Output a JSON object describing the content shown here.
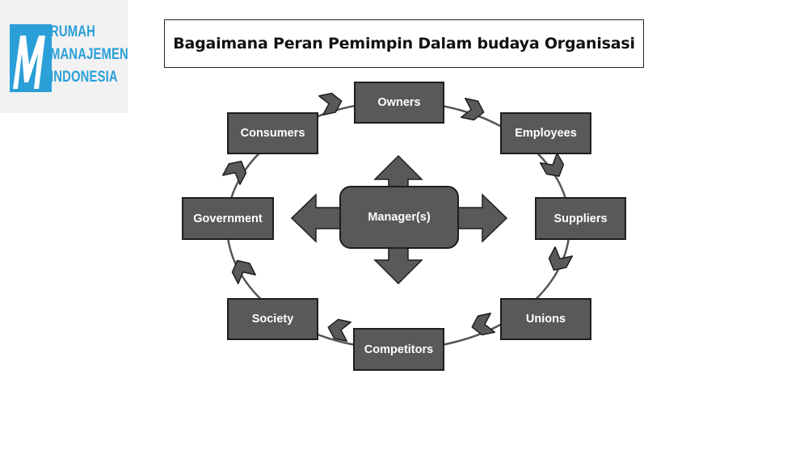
{
  "logo": {
    "lines": [
      "RUMAH",
      "MANAJEMEN",
      "INDONESIA"
    ],
    "color": "#2a9fd8"
  },
  "title": "Bagaimana Peran Pemimpin Dalam budaya Organisasi",
  "diagram": {
    "center": "Manager(s)",
    "nodes": {
      "owners": "Owners",
      "employees": "Employees",
      "suppliers": "Suppliers",
      "unions": "Unions",
      "competitors": "Competitors",
      "society": "Society",
      "government": "Government",
      "consumers": "Consumers"
    },
    "cycle_order": [
      "owners",
      "employees",
      "suppliers",
      "unions",
      "competitors",
      "society",
      "government",
      "consumers"
    ],
    "colors": {
      "box_fill": "#595959",
      "box_border": "#1e1e1e",
      "ring": "#555555",
      "text": "#ffffff"
    }
  }
}
